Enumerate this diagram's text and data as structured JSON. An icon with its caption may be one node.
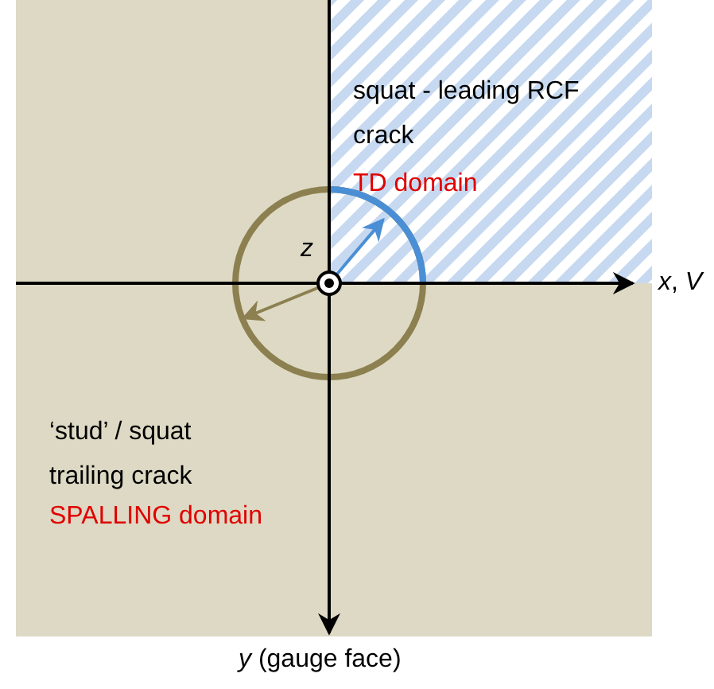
{
  "diagram": {
    "labels": [
      "squat - leading RCF crack",
      "TD domain",
      "z",
      "*x*, *V*",
      "‘stud’ / squat trailing crack",
      "SPALLING domain",
      "*y* (gauge face)"
    ]
  }
}
